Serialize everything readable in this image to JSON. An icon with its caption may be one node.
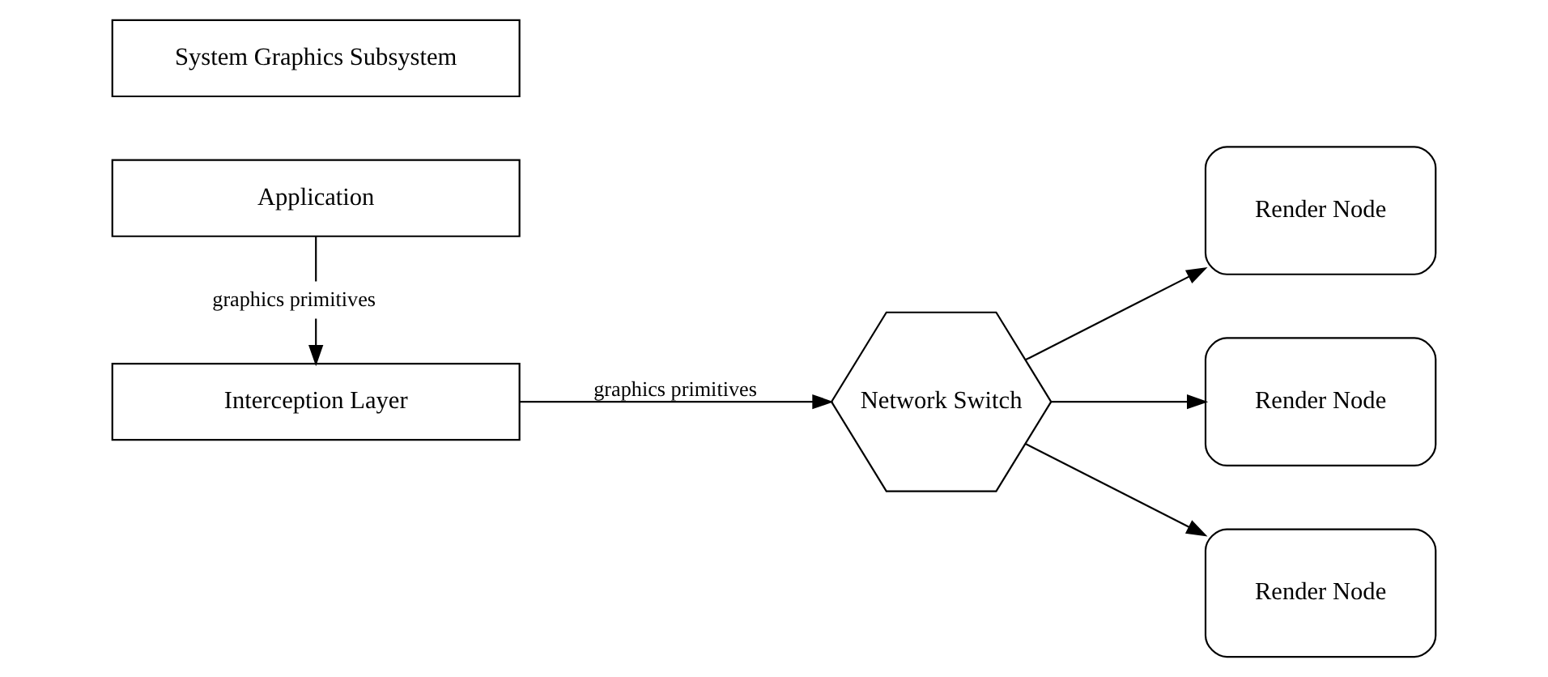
{
  "diagram": {
    "nodes": [
      {
        "text": [
          "Application"
        ]
      },
      {
        "text": [
          "Interception Layer"
        ]
      },
      {
        "text": [
          "System Graphics Subsystem"
        ]
      },
      {
        "text": [
          "Network Switch"
        ]
      },
      {
        "text": [
          "Render Node"
        ]
      },
      {
        "text": [
          "Render Node"
        ]
      },
      {
        "text": [
          "Render Node"
        ]
      }
    ],
    "edges": [
      {
        "from": 0,
        "to": 1,
        "arrow": "to",
        "label": "graphics primitives"
      },
      {
        "from": 1,
        "to": 3,
        "arrow": "to",
        "label": "graphics primitives"
      },
      {
        "from": 3,
        "to": 4,
        "arrow": "to"
      },
      {
        "from": 3,
        "to": 5,
        "arrow": "to"
      },
      {
        "from": 3,
        "to": 6,
        "arrow": "to"
      }
    ]
  }
}
